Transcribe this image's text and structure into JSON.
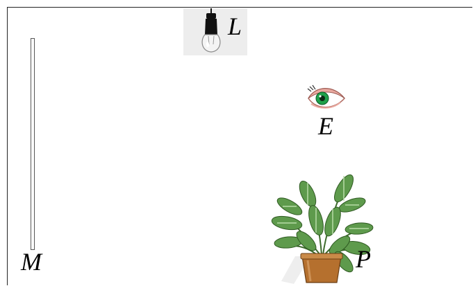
{
  "labels": {
    "lamp": "L",
    "eye": "E",
    "plant": "P",
    "mirror": "M"
  },
  "colors": {
    "frame": "#222222",
    "iris": "#1fa04a",
    "eyelid": "#e9a9a0",
    "leaf": "#5e9a4c",
    "leaf_light": "#b9dca8",
    "pot": "#b5702e",
    "lamp_socket": "#111111"
  },
  "icons": {
    "lamp": "light-bulb-icon",
    "eye": "eye-icon",
    "plant": "potted-plant-icon",
    "mirror": "plane-mirror-icon"
  }
}
